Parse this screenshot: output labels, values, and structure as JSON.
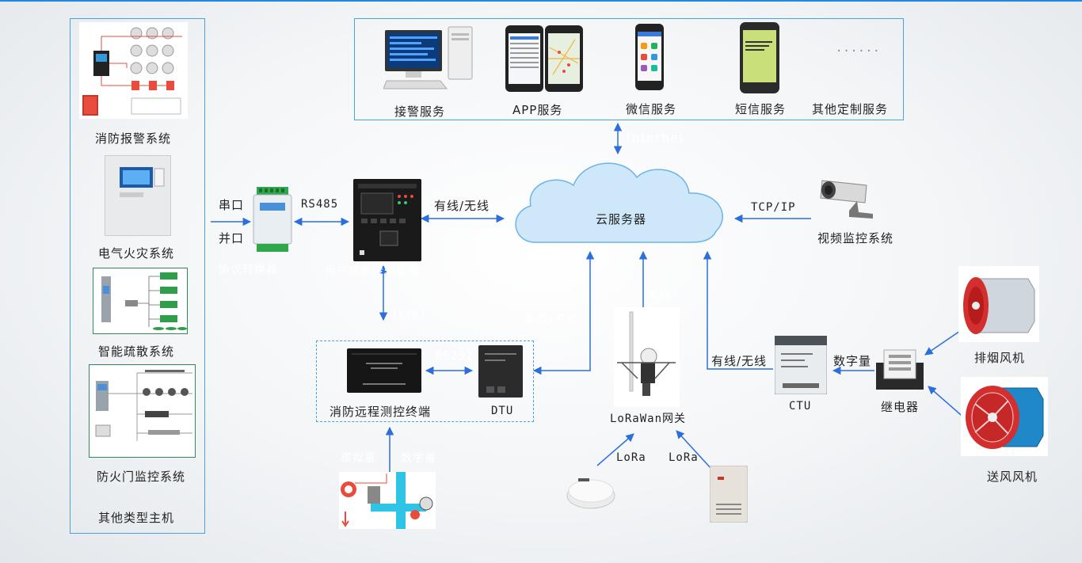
{
  "left": {
    "systems": [
      "消防报警系统",
      "电气火灾系统",
      "智能疏散系统",
      "防火门监控系统"
    ],
    "other": "其他类型主机"
  },
  "services": {
    "items": [
      "接警服务",
      "APP服务",
      "微信服务",
      "短信服务",
      "其他定制服务"
    ],
    "ellipsis": "......"
  },
  "cloud": {
    "label": "云服务器"
  },
  "links": {
    "internet": "Internet",
    "serial": "串口",
    "parallel": "并口",
    "rs485_a": "RS485",
    "rs485_b": "RS485",
    "rs232": "RS232",
    "wired_wireless_1": "有线/无线",
    "wired_wireless_2": "有线/无线",
    "wired_wireless_3": "有线/无线",
    "tcpip": "TCP/IP",
    "wireless": "无线",
    "digital_1": "数字量",
    "analog": "模拟量",
    "digital_2": "数字量",
    "lora_1": "LoRa",
    "lora_2": "LoRa"
  },
  "devices": {
    "converter": "协议转换器",
    "transmitter": "用户信息传输装置",
    "remote_terminal": "消防远程测控终端",
    "dtu": "DTU",
    "lorawan": "LoRaWan网关",
    "ctu": "CTU",
    "relay": "继电器",
    "video": "视频监控系统",
    "smoke_fan": "排烟风机",
    "supply_fan": "送风风机"
  },
  "colors": {
    "accent": "#2a6fdb",
    "panel_border": "#4aa3df",
    "cloud": "#cfe8f9"
  }
}
